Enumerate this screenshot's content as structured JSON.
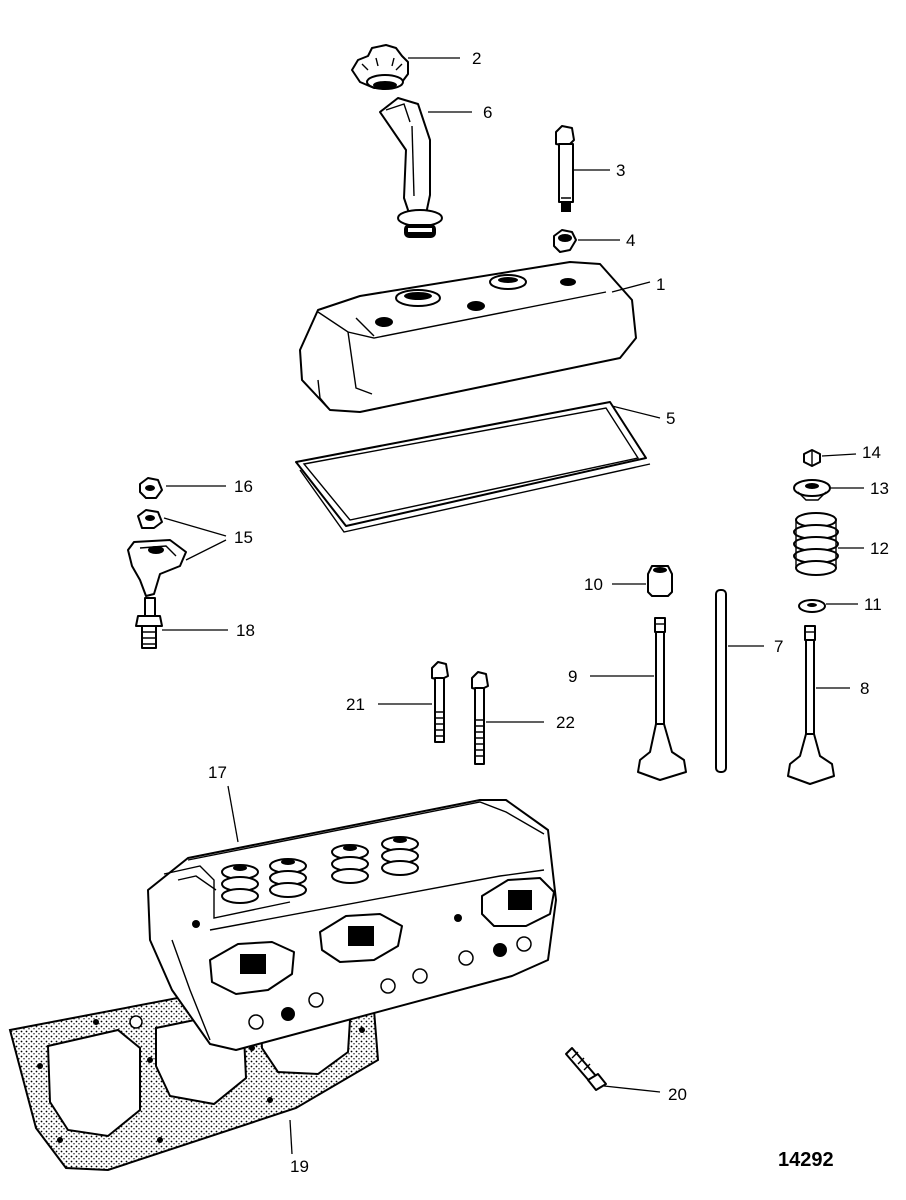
{
  "figure_number": "14292",
  "callouts": [
    {
      "id": "c1",
      "text": "1"
    },
    {
      "id": "c2",
      "text": "2"
    },
    {
      "id": "c3",
      "text": "3"
    },
    {
      "id": "c4",
      "text": "4"
    },
    {
      "id": "c5",
      "text": "5"
    },
    {
      "id": "c6",
      "text": "6"
    },
    {
      "id": "c7",
      "text": "7"
    },
    {
      "id": "c8",
      "text": "8"
    },
    {
      "id": "c9",
      "text": "9"
    },
    {
      "id": "c10",
      "text": "10"
    },
    {
      "id": "c11",
      "text": "11"
    },
    {
      "id": "c12",
      "text": "12"
    },
    {
      "id": "c13",
      "text": "13"
    },
    {
      "id": "c14",
      "text": "14"
    },
    {
      "id": "c15",
      "text": "15"
    },
    {
      "id": "c16",
      "text": "16"
    },
    {
      "id": "c17",
      "text": "17"
    },
    {
      "id": "c18",
      "text": "18"
    },
    {
      "id": "c19",
      "text": "19"
    },
    {
      "id": "c20",
      "text": "20"
    },
    {
      "id": "c21",
      "text": "21"
    },
    {
      "id": "c22",
      "text": "22"
    }
  ]
}
